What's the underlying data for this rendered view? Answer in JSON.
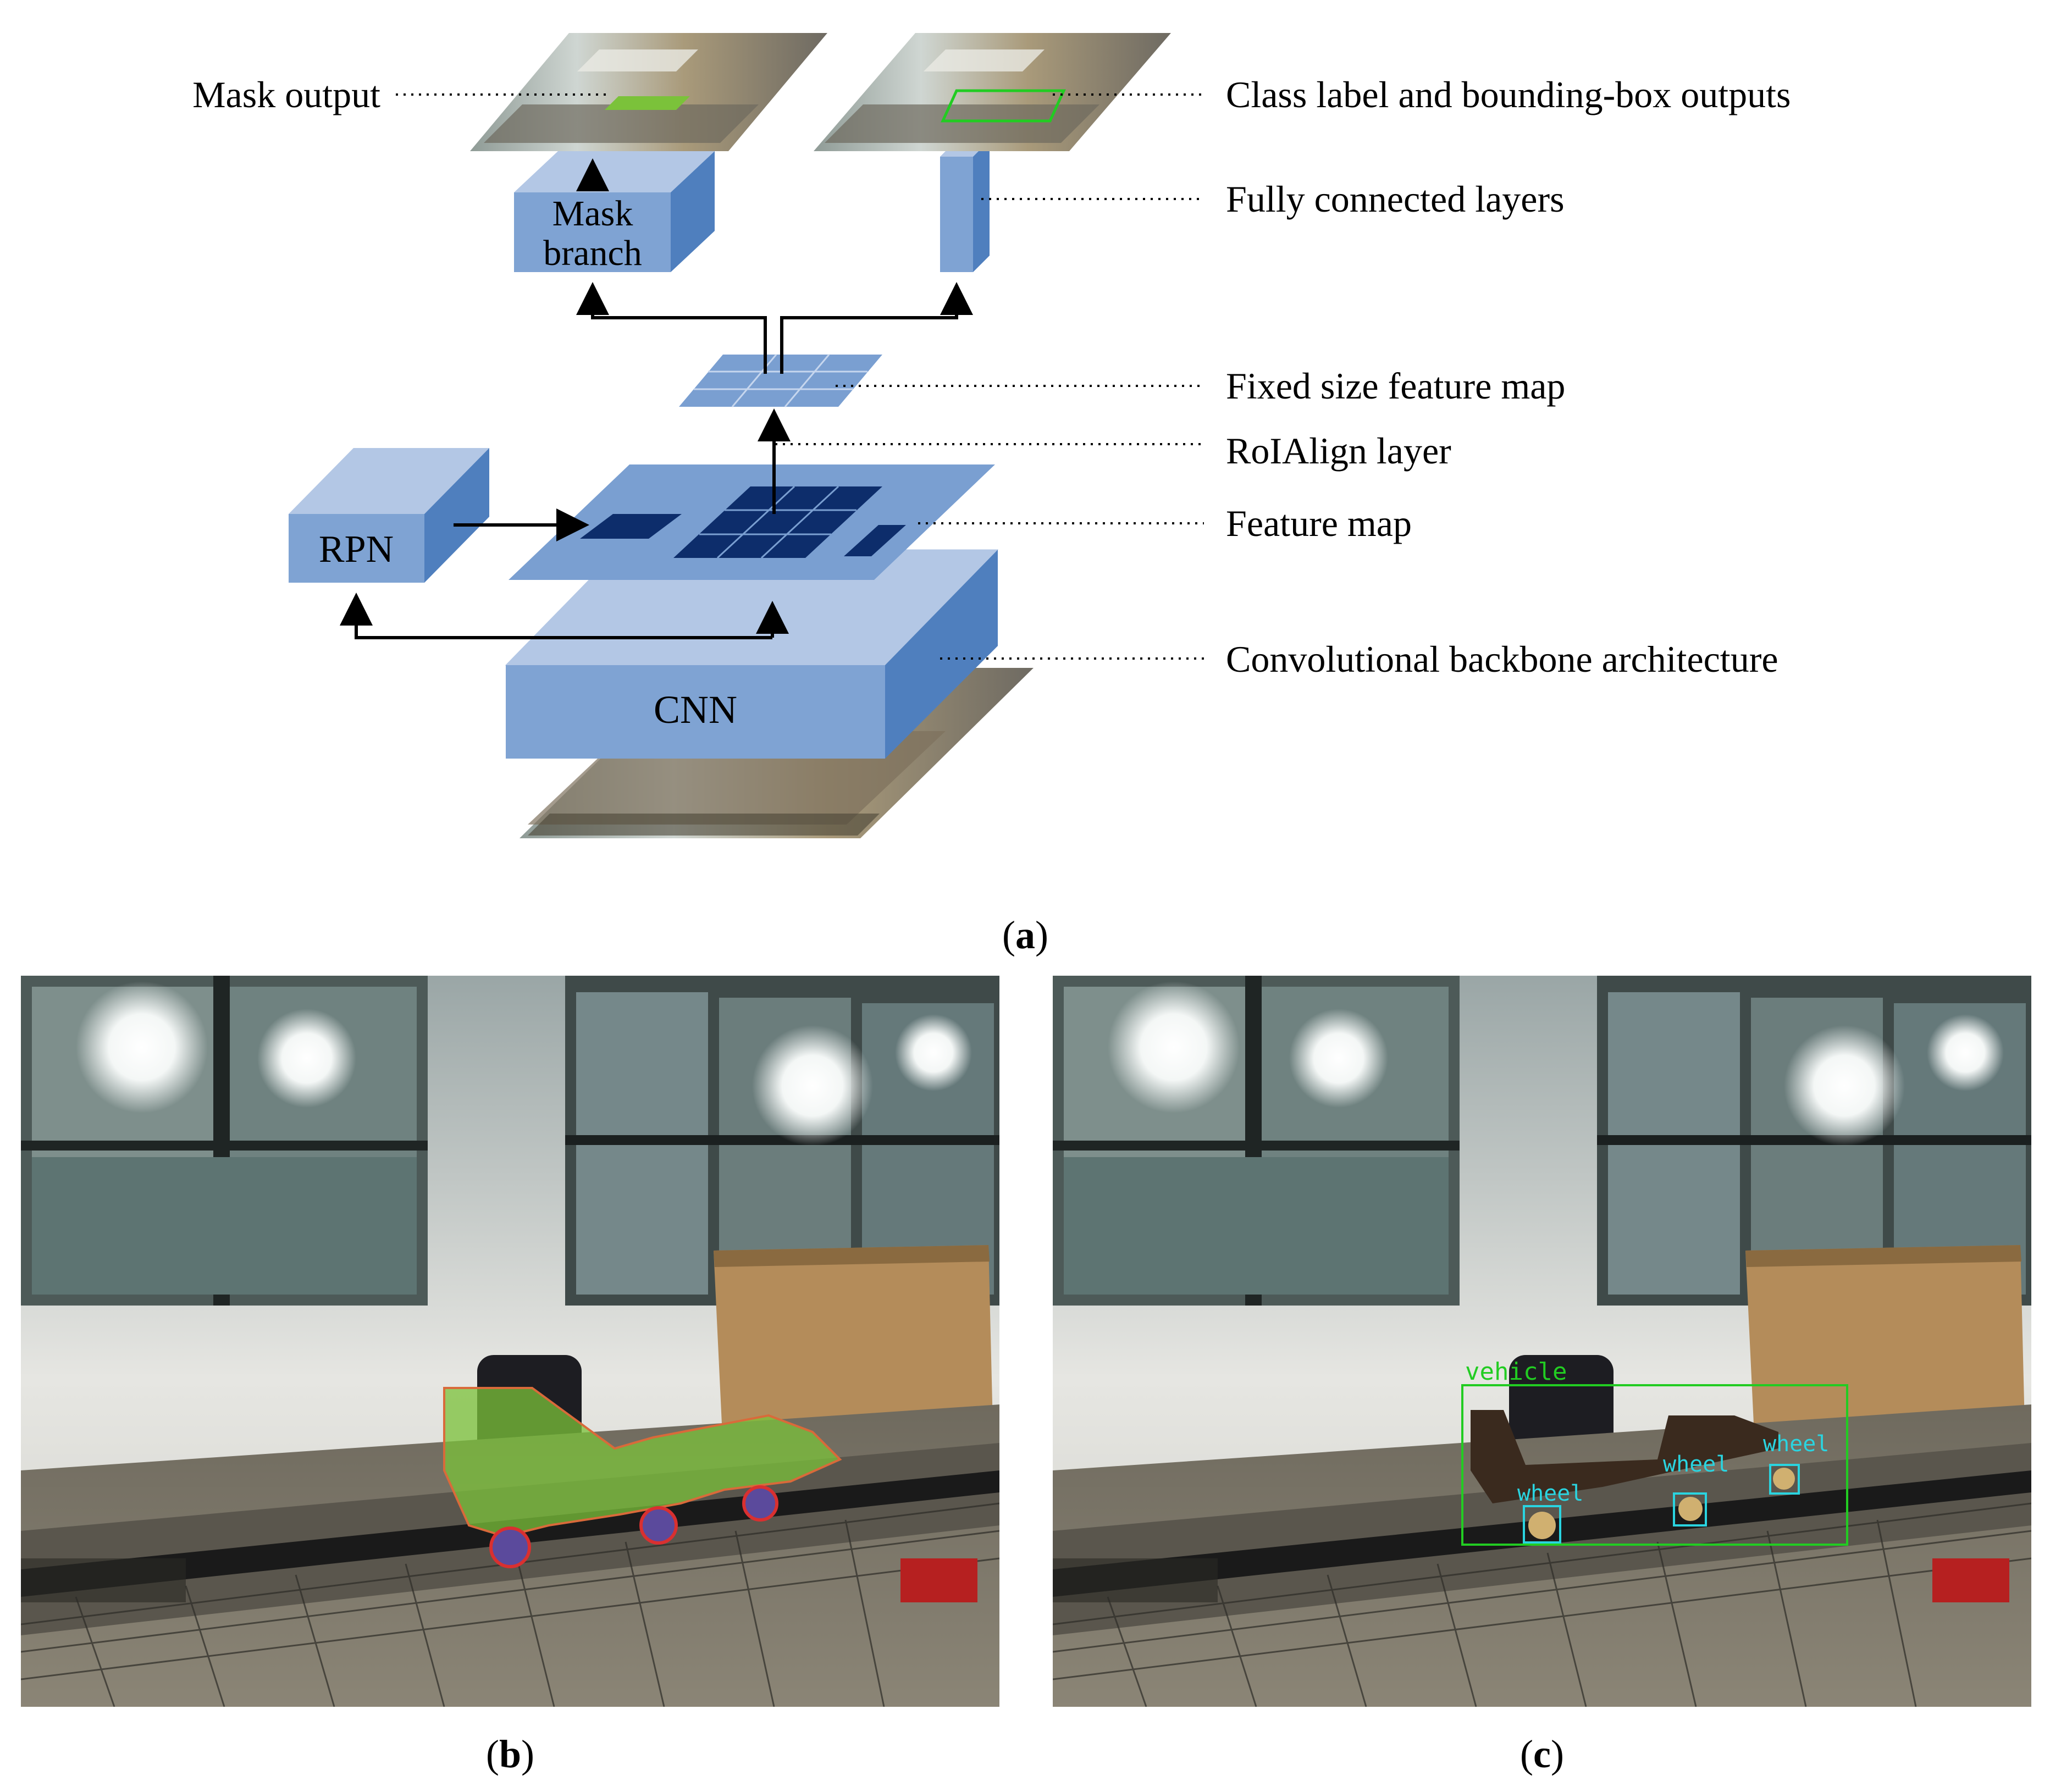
{
  "diagram": {
    "nodes": {
      "cnn": "CNN",
      "rpn": "RPN",
      "mask_branch_line1": "Mask",
      "mask_branch_line2": "branch"
    },
    "labels": {
      "mask_output": "Mask output",
      "class_bbox": "Class label and bounding-box outputs",
      "fully_connected": "Fully connected layers",
      "fixed_feature_map": "Fixed size feature map",
      "roialign": "RoIAlign layer",
      "feature_map": "Feature map",
      "backbone": "Convolutional backbone architecture"
    }
  },
  "captions": {
    "a": "a",
    "b": "b",
    "c": "c"
  },
  "detections": {
    "vehicle_label": "vehicle",
    "wheel_label": "wheel"
  },
  "colors": {
    "box_front": "#7FA3D3",
    "box_top": "#B3C7E5",
    "box_side": "#4F7FBE",
    "plane": "#7A9FD1",
    "roi": "#0D2D6B",
    "mask_green": "#7BC23A",
    "mask_wheel": "#5B4A9C",
    "det_vehicle": "#22CC22",
    "det_wheel": "#2AD4E0"
  }
}
